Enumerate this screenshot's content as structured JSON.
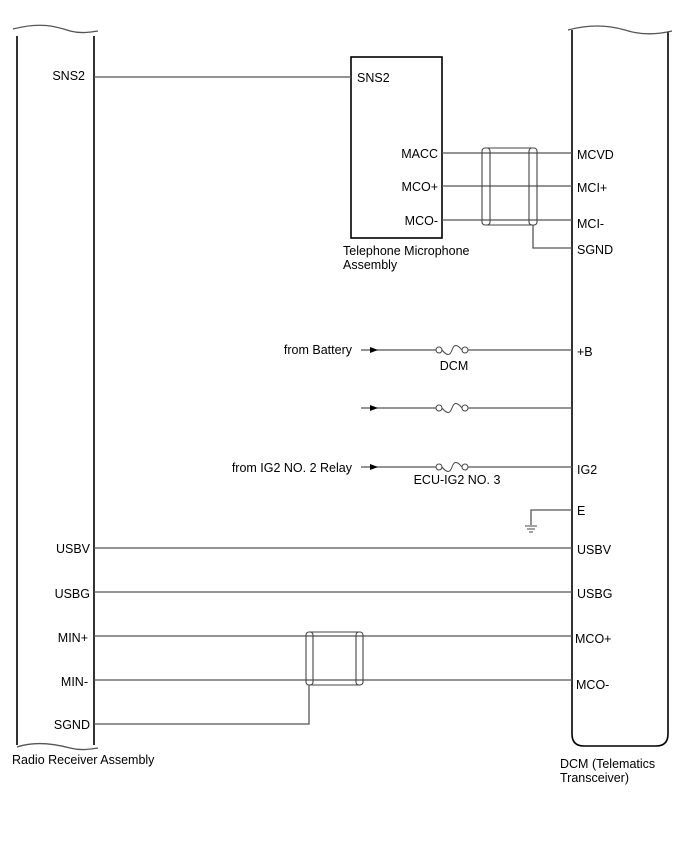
{
  "components": {
    "radio_receiver": {
      "label": "Radio Receiver Assembly",
      "pins": {
        "sns2": "SNS2",
        "usbv": "USBV",
        "usbg": "USBG",
        "min_plus": "MIN+",
        "min_minus": "MIN-",
        "sgnd": "SGND"
      }
    },
    "microphone": {
      "label_line1": "Telephone Microphone",
      "label_line2": "Assembly",
      "pins": {
        "sns2": "SNS2",
        "macc": "MACC",
        "mco_plus": "MCO+",
        "mco_minus": "MCO-"
      }
    },
    "dcm": {
      "label_line1": "DCM (Telematics",
      "label_line2": "Transceiver)",
      "pins": {
        "mcvd": "MCVD",
        "mci_plus": "MCI+",
        "mci_minus": "MCI-",
        "sgnd": "SGND",
        "plus_b": "+B",
        "ig2": "IG2",
        "e": "E",
        "usbv": "USBV",
        "usbg": "USBG",
        "mco_plus": "MCO+",
        "mco_minus": "MCO-"
      }
    }
  },
  "power": {
    "battery_source": "from Battery",
    "battery_fuse": "DCM",
    "ig2_source": "from IG2 NO. 2 Relay",
    "ig2_fuse": "ECU-IG2 NO. 3"
  }
}
